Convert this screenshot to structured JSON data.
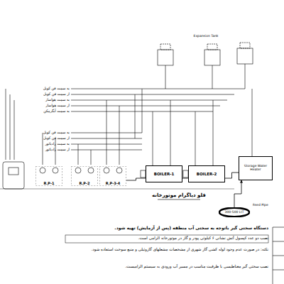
{
  "diagram": {
    "title": "فلو دیاگرام موتورخانه",
    "nodes": [
      {
        "text": [
          "BOILER-1"
        ]
      },
      {
        "text": [
          "BOILER-2"
        ]
      },
      {
        "text": [
          "R.P-1"
        ]
      },
      {
        "text": [
          "R.P-2"
        ]
      },
      {
        "text": [
          "R.P-3-4"
        ]
      },
      {
        "text": [
          "Storage Water Heater"
        ]
      },
      {
        "text": [
          "300-500 LIT"
        ]
      }
    ],
    "edges": [
      {
        "from": 0,
        "to": 1,
        "arrow": "none"
      },
      {
        "from": 4,
        "to": 0,
        "arrow": "none"
      },
      {
        "from": 1,
        "to": 5,
        "arrow": "none"
      },
      {
        "from": 6,
        "to": 5,
        "arrow": "to"
      }
    ],
    "labels": [
      "به سمت فن کویل",
      "از سمت فن کویل",
      "به سمت هواساز",
      "از سمت هواساز",
      "به سمت آبگرمکن",
      "به سمت فن کویل",
      "از سمت فن کویل",
      "به سمت رادیاتور",
      "از سمت رادیاتور",
      "Expansion Tank",
      "Feed Pipe",
      "دستگاه سختی گیر باتوجه به سختی آب منطقه (پس از آزمایش) تهیه شود.",
      "نصب دو عدد کپسول آتش نشانی ۶ کیلوئی پودر و گاز در موتورخانه الزامی است.",
      "نکته: در صورت عدم وجود لوله کشی گاز شهری از مشخصات مشعلهای گازوئیلی و منبع سوخت استفاده شود.",
      "نصب سختی گیر مغناطیسی با ظرفیت مناسب در مسیر آب ورودی به سیستم الزامیست."
    ]
  }
}
